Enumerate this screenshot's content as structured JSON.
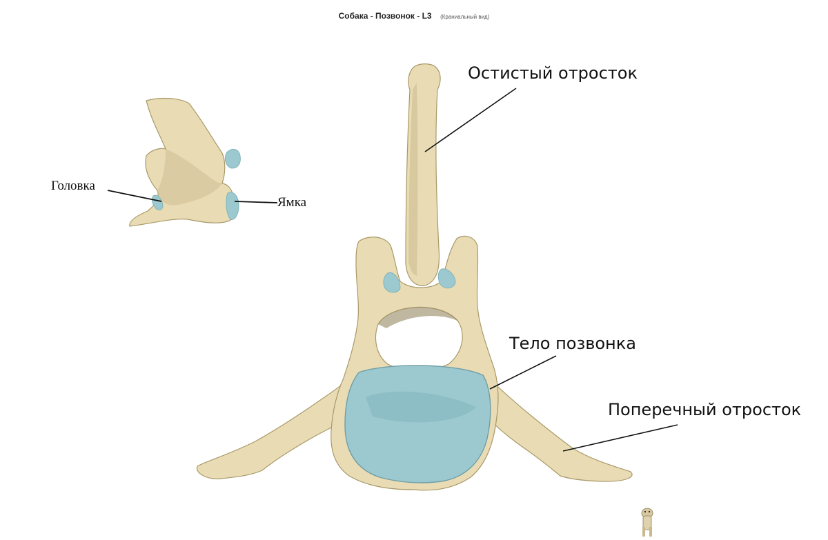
{
  "header": {
    "title": "Собака - Позвонок - L3",
    "subtitle": "(Краниальный вид)"
  },
  "labels": {
    "spinous_process": "Остистый отросток",
    "vertebral_body": "Тело позвонка",
    "transverse_process": "Поперечный отросток",
    "head": "Головка",
    "fossa": "Ямка"
  },
  "colors": {
    "bone": "#e9dcb5",
    "bone_shadow": "#c9b98c",
    "bone_outline": "#a89868",
    "cartilage": "#9cc9cf",
    "cartilage_dark": "#7fb2b9",
    "leader_line": "#111111"
  },
  "icons": {
    "dog_figure": "dog-icon"
  }
}
